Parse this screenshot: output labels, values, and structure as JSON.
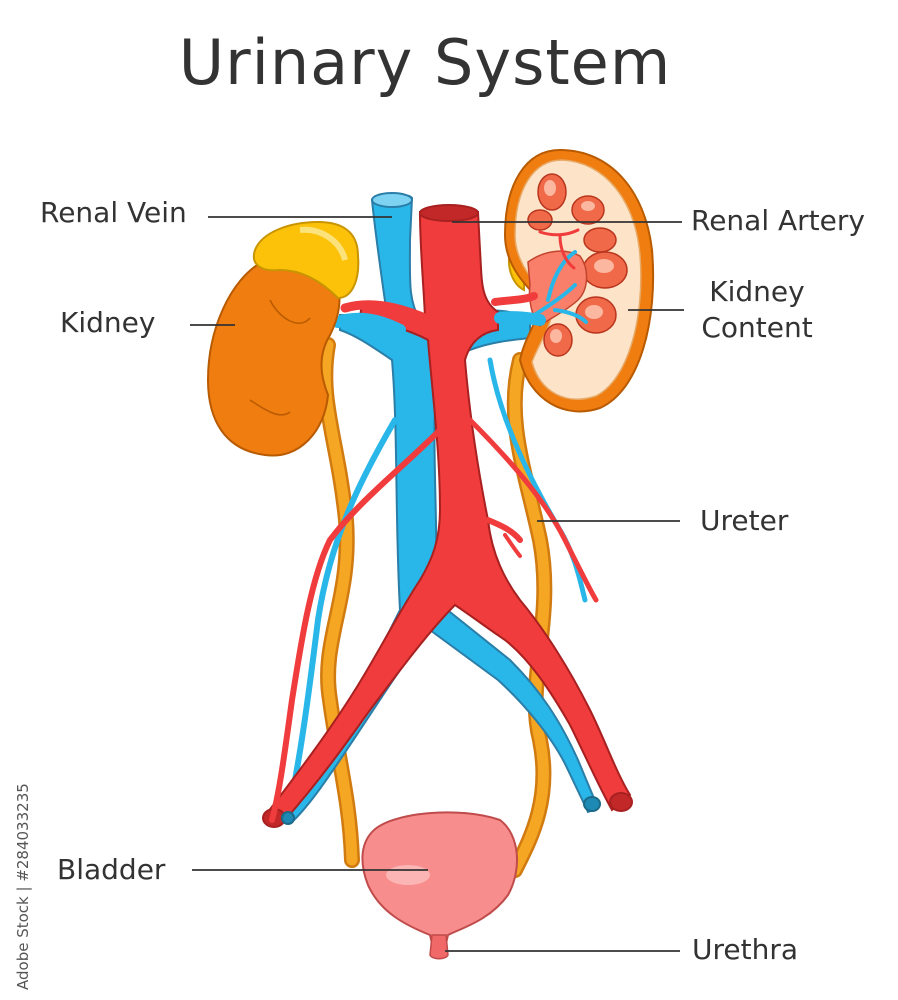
{
  "title": "Urinary System",
  "labels": {
    "renal_vein": "Renal Vein",
    "renal_artery": "Renal Artery",
    "kidney": "Kidney",
    "kidney_content_1": "Kidney",
    "kidney_content_2": "Content",
    "ureter": "Ureter",
    "bladder": "Bladder",
    "urethra": "Urethra"
  },
  "stock_id": "Adobe Stock | #284033235",
  "colors": {
    "vein": "#29b6e8",
    "artery": "#f03c3c",
    "kidney": "#f07d10",
    "adrenal": "#fcc20a",
    "ureter": "#f5a623",
    "bladder": "#f88d8d",
    "kidney_section": "#fde4c8",
    "outline": "#333333"
  }
}
